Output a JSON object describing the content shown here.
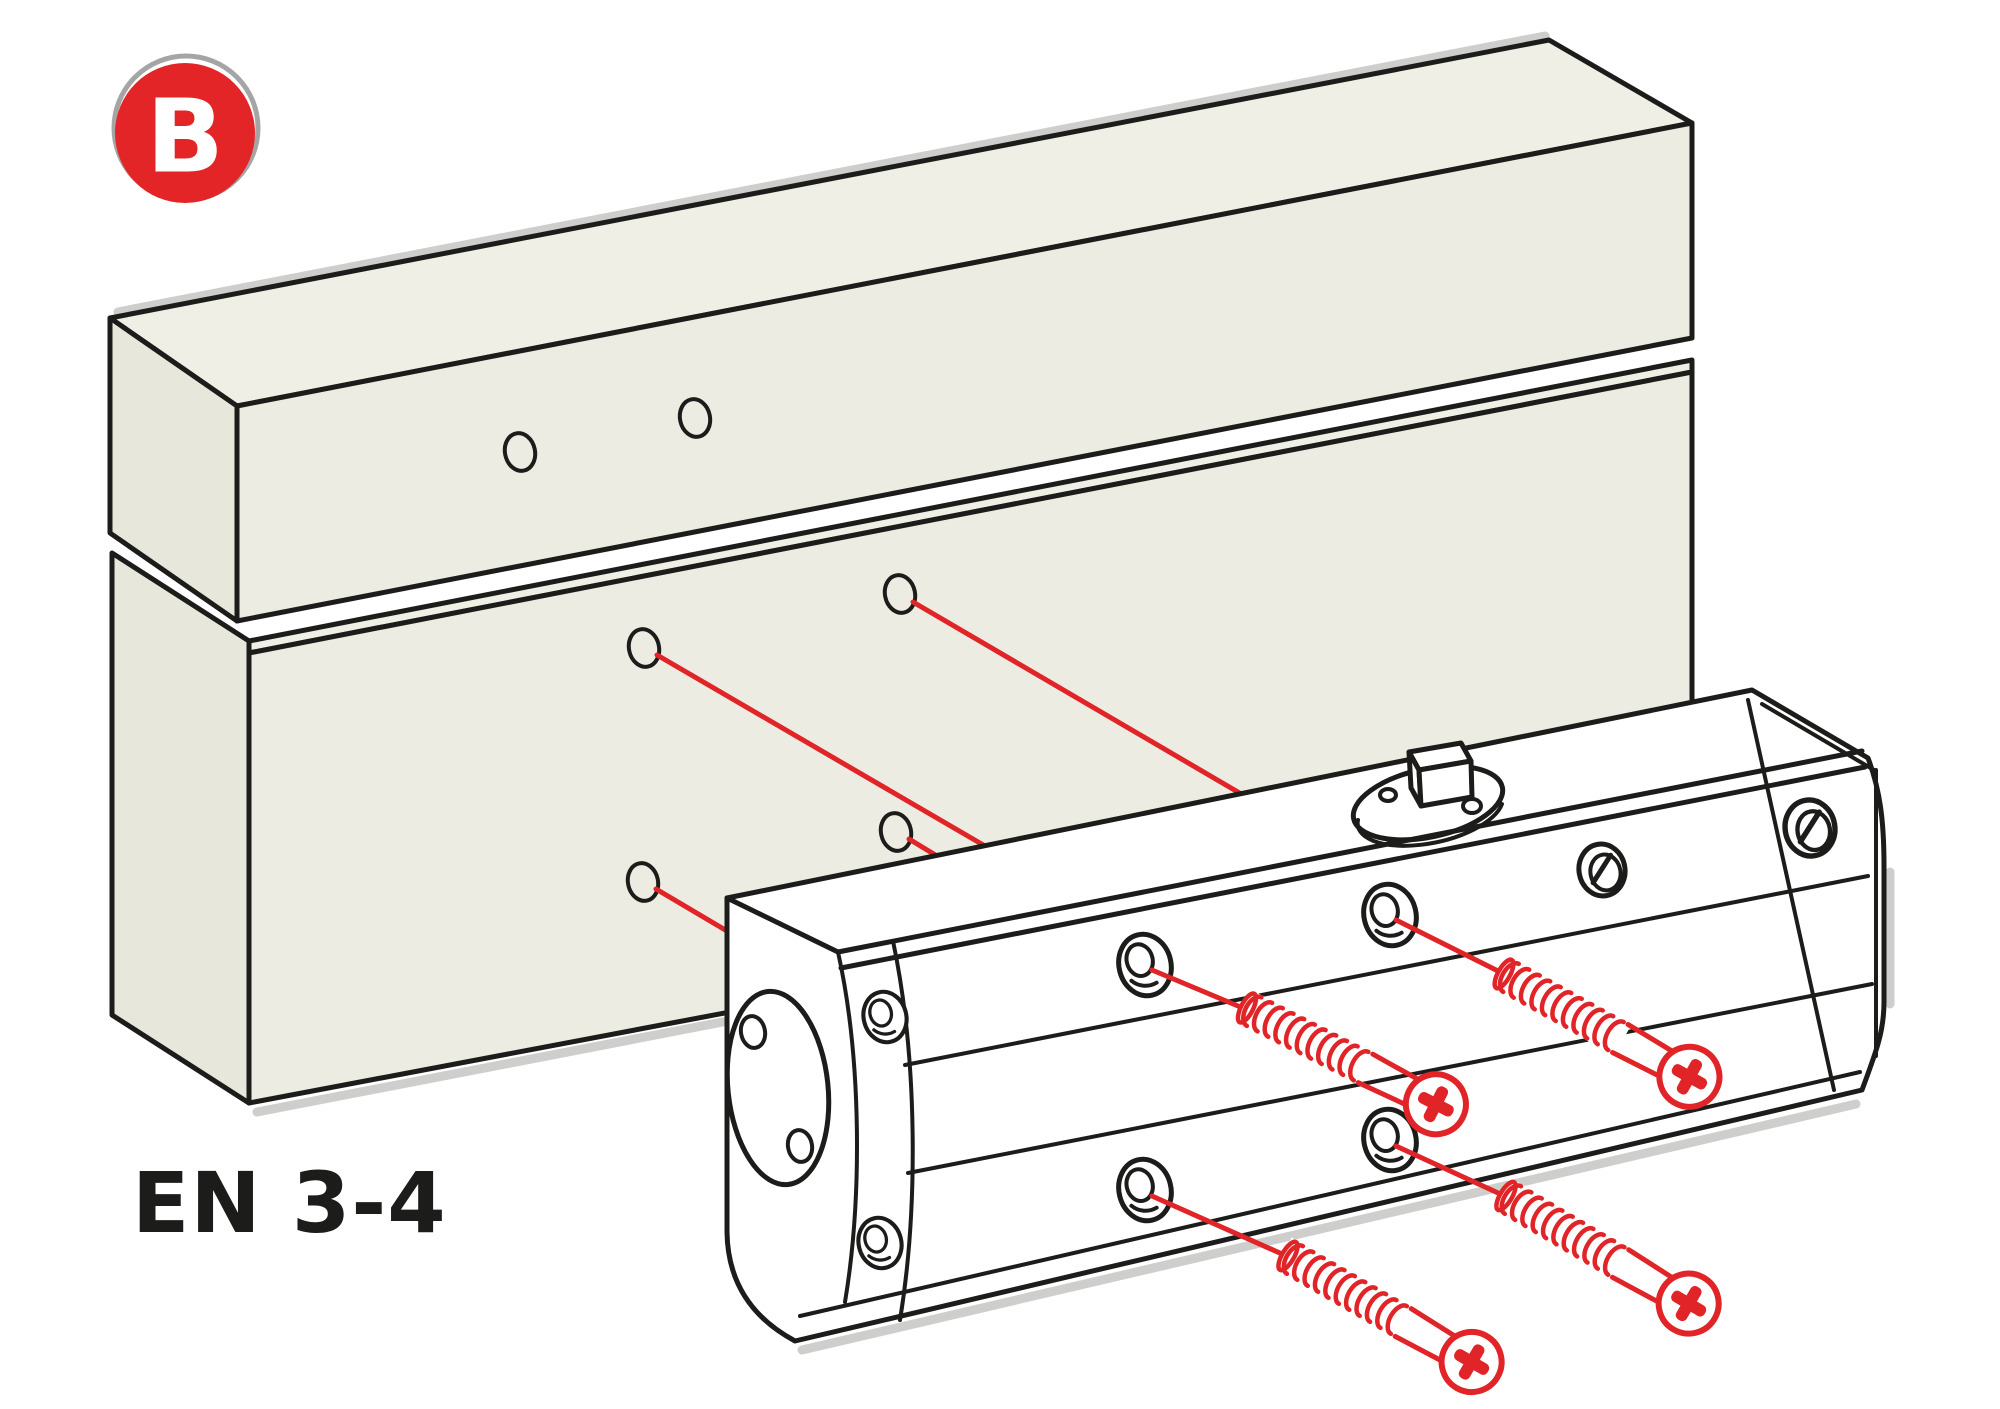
{
  "labels": {
    "badge": "B",
    "standard": "EN 3-4"
  },
  "colors": {
    "background": "#ffffff",
    "outline": "#1c1c1a",
    "wood-top": "#f0efe6",
    "wood-front": "#edece2",
    "wood-side": "#e8e7dc",
    "red": "#e02428",
    "badge-red": "#e42527",
    "shadow": "#9d9d99",
    "white": "#ffffff"
  },
  "parts": {
    "frame": "door-frame-beam",
    "door": "door-leaf",
    "closer": "door-closer-body",
    "spindle": "pinion-spindle",
    "valves": "regulating-valve-screws",
    "screws": "mounting-screws",
    "holes": "drill-holes",
    "leaders": "alignment-leader-lines"
  }
}
